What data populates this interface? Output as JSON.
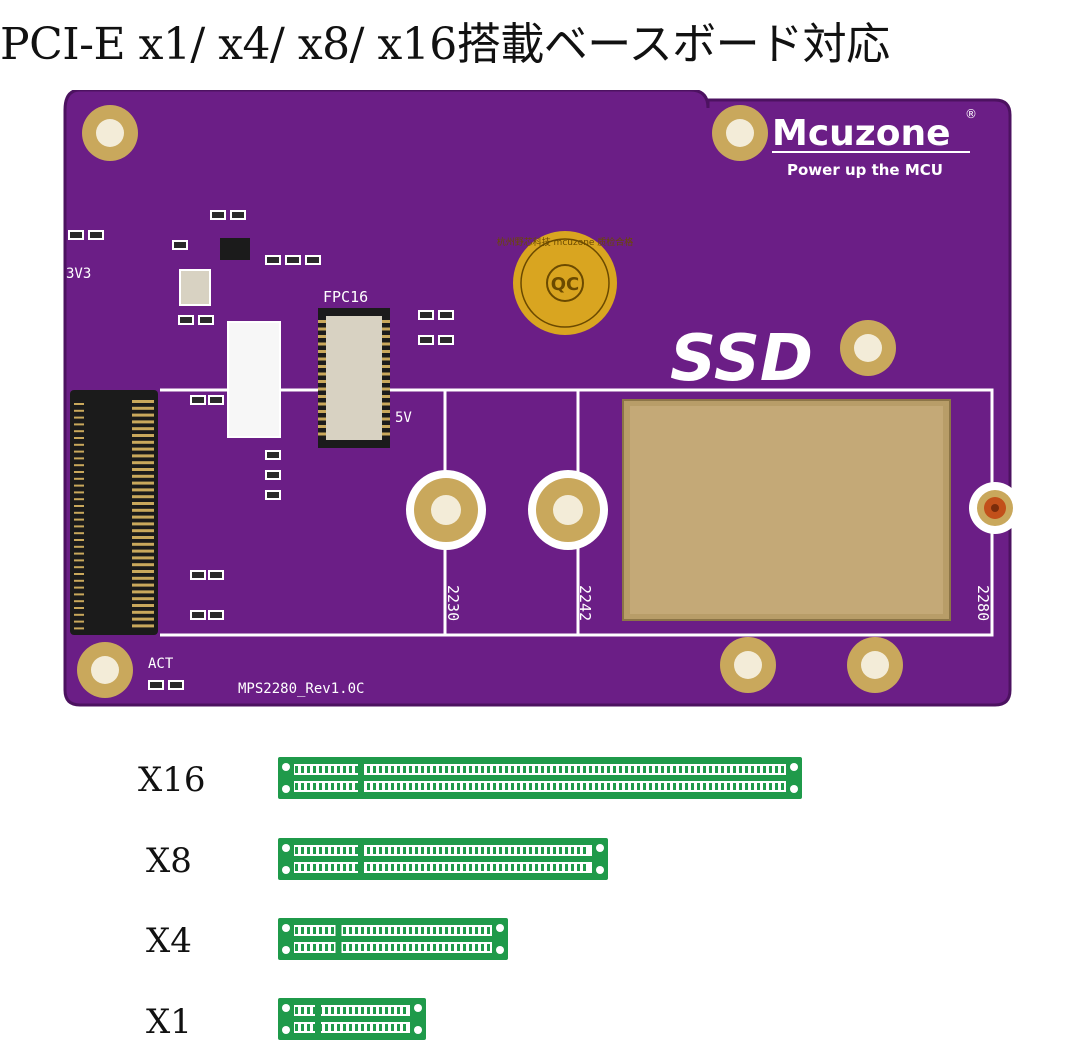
{
  "headline": "PCI-E x1/ x4/ x8/ x16搭載ベースボード対応",
  "board": {
    "brand": "Mcuzone",
    "registered_mark": "®",
    "tagline": "Power up the MCU",
    "ssd_label": "SSD",
    "model": "MPS2280_Rev1.0C",
    "silk": {
      "v33": "3V3",
      "fpc": "FPC16",
      "v5": "5V",
      "act": "ACT",
      "len_2230": "2230",
      "len_2242": "2242",
      "len_2280": "2280"
    },
    "qc_sticker": {
      "center": "QC",
      "ring_text": "杭州野芯科技 mcuzone 质检合格"
    },
    "colors": {
      "pcb": "#6b1e86",
      "pad": "#c9a85c",
      "silk": "#ffffff",
      "connector": "#1b1b1b"
    }
  },
  "slots": [
    {
      "label": "X16",
      "lanes": 16
    },
    {
      "label": "X8",
      "lanes": 8
    },
    {
      "label": "X4",
      "lanes": 4
    },
    {
      "label": "X1",
      "lanes": 1
    }
  ],
  "slot_colors": {
    "board": "#1f9a4a",
    "contact": "#ffffff"
  }
}
